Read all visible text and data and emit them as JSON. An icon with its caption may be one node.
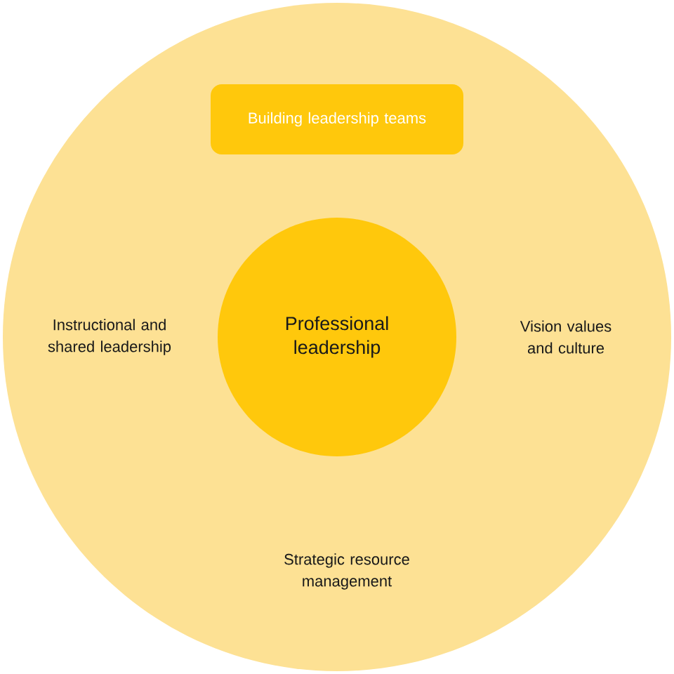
{
  "diagram": {
    "nodes": [
      {
        "text": [],
        "shape": "circle"
      },
      {
        "text": [
          "Building leadership teams"
        ],
        "in": 0
      },
      {
        "text": [
          "Professional leadership"
        ],
        "in": 0
      }
    ],
    "labels": [
      "Instructional and shared leadership",
      "Vision values and culture",
      "Strategic resource management"
    ]
  }
}
